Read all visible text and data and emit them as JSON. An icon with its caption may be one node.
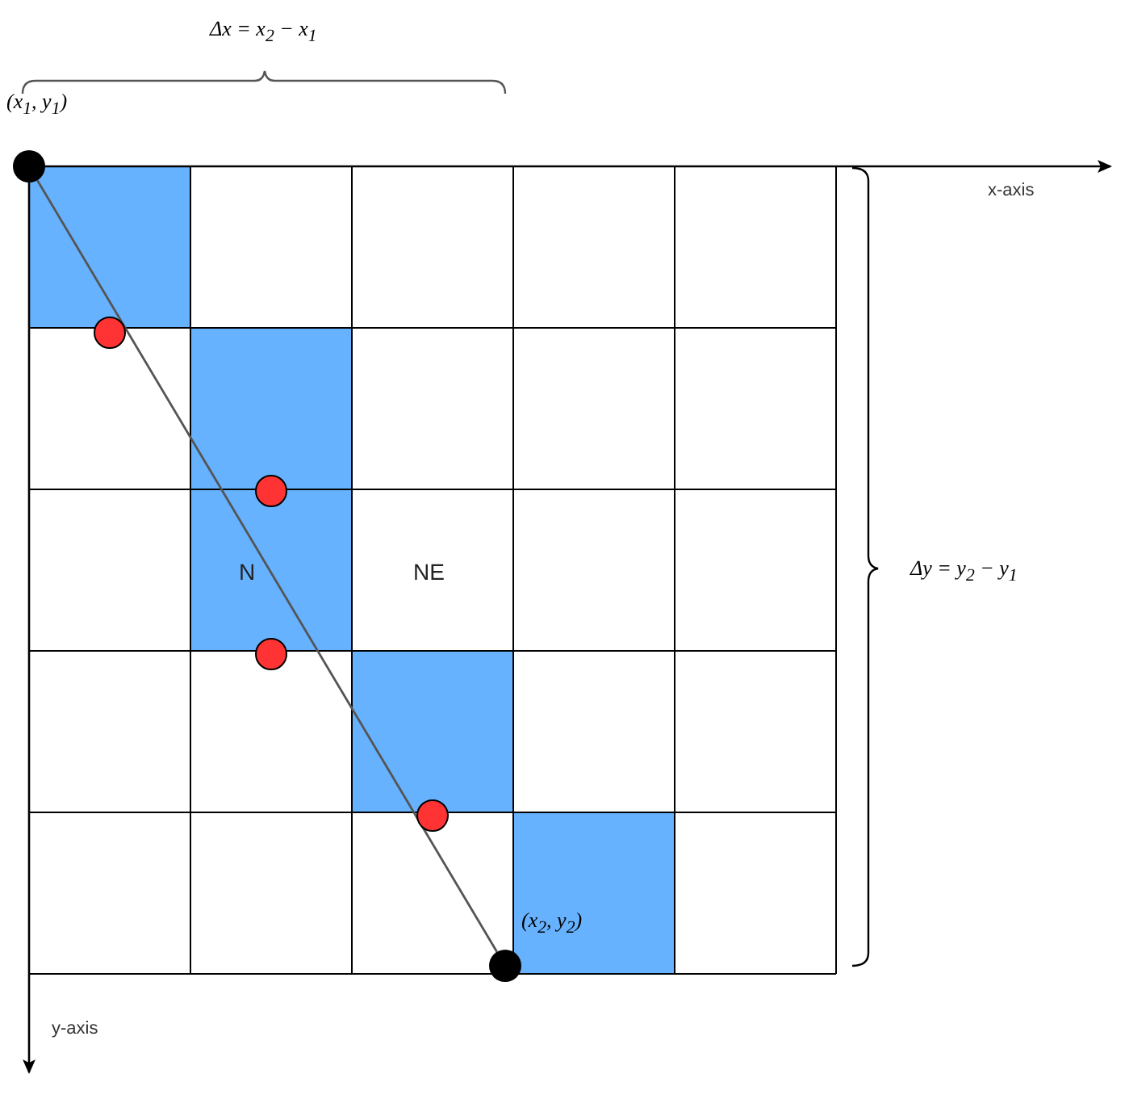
{
  "diagram": {
    "nodes": [
      {
        "text": [],
        "shape": "circle",
        "beside": [
          "(x$_{1}$, y$_{1}$)"
        ]
      },
      {
        "text": [],
        "shape": "circle"
      },
      {
        "text": [],
        "shape": "circle"
      },
      {
        "text": [],
        "shape": "circle"
      },
      {
        "text": [],
        "shape": "circle"
      },
      {
        "text": [],
        "shape": "circle",
        "beside": [
          "(x$_{2}$, y$_{2}$)"
        ]
      }
    ],
    "edges": [
      {
        "from": 0,
        "to": 5,
        "arrow": "none"
      }
    ],
    "labels": [
      "Δx = x$_{2}$ − x$_{1}$",
      "x-axis",
      "Δy = y$_{2}$ − y$_{1}$",
      "N",
      "NE",
      "y-axis"
    ]
  }
}
